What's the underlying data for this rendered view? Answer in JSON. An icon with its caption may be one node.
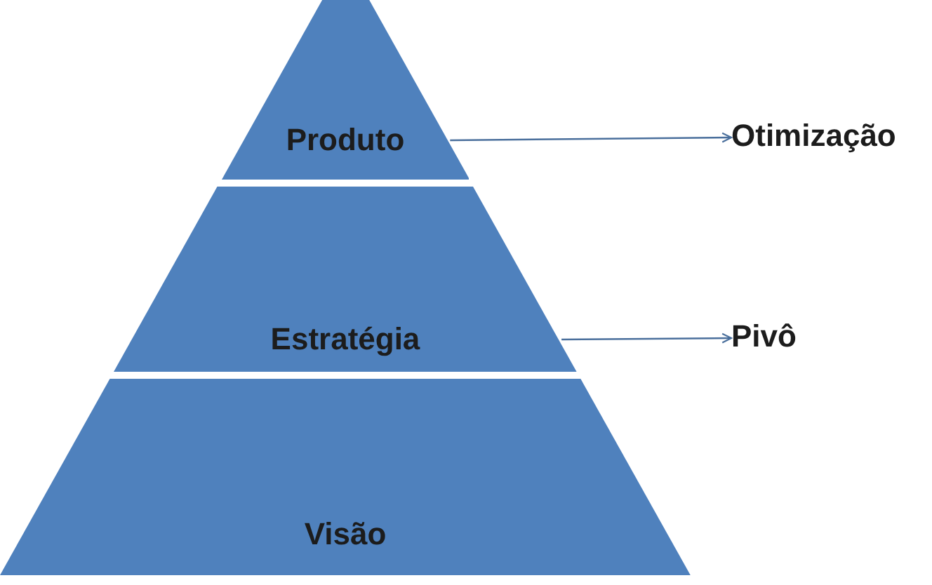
{
  "diagram": {
    "nodes": [
      {
        "text": [
          "Produto"
        ]
      },
      {
        "text": [
          "Estratégia"
        ]
      },
      {
        "text": [
          "Visão"
        ]
      },
      {
        "text": [
          "Otimização"
        ]
      },
      {
        "text": [
          "Pivô"
        ]
      }
    ],
    "edges": [
      {
        "from": 0,
        "to": 3,
        "arrow": "to"
      },
      {
        "from": 1,
        "to": 4,
        "arrow": "to"
      }
    ]
  }
}
